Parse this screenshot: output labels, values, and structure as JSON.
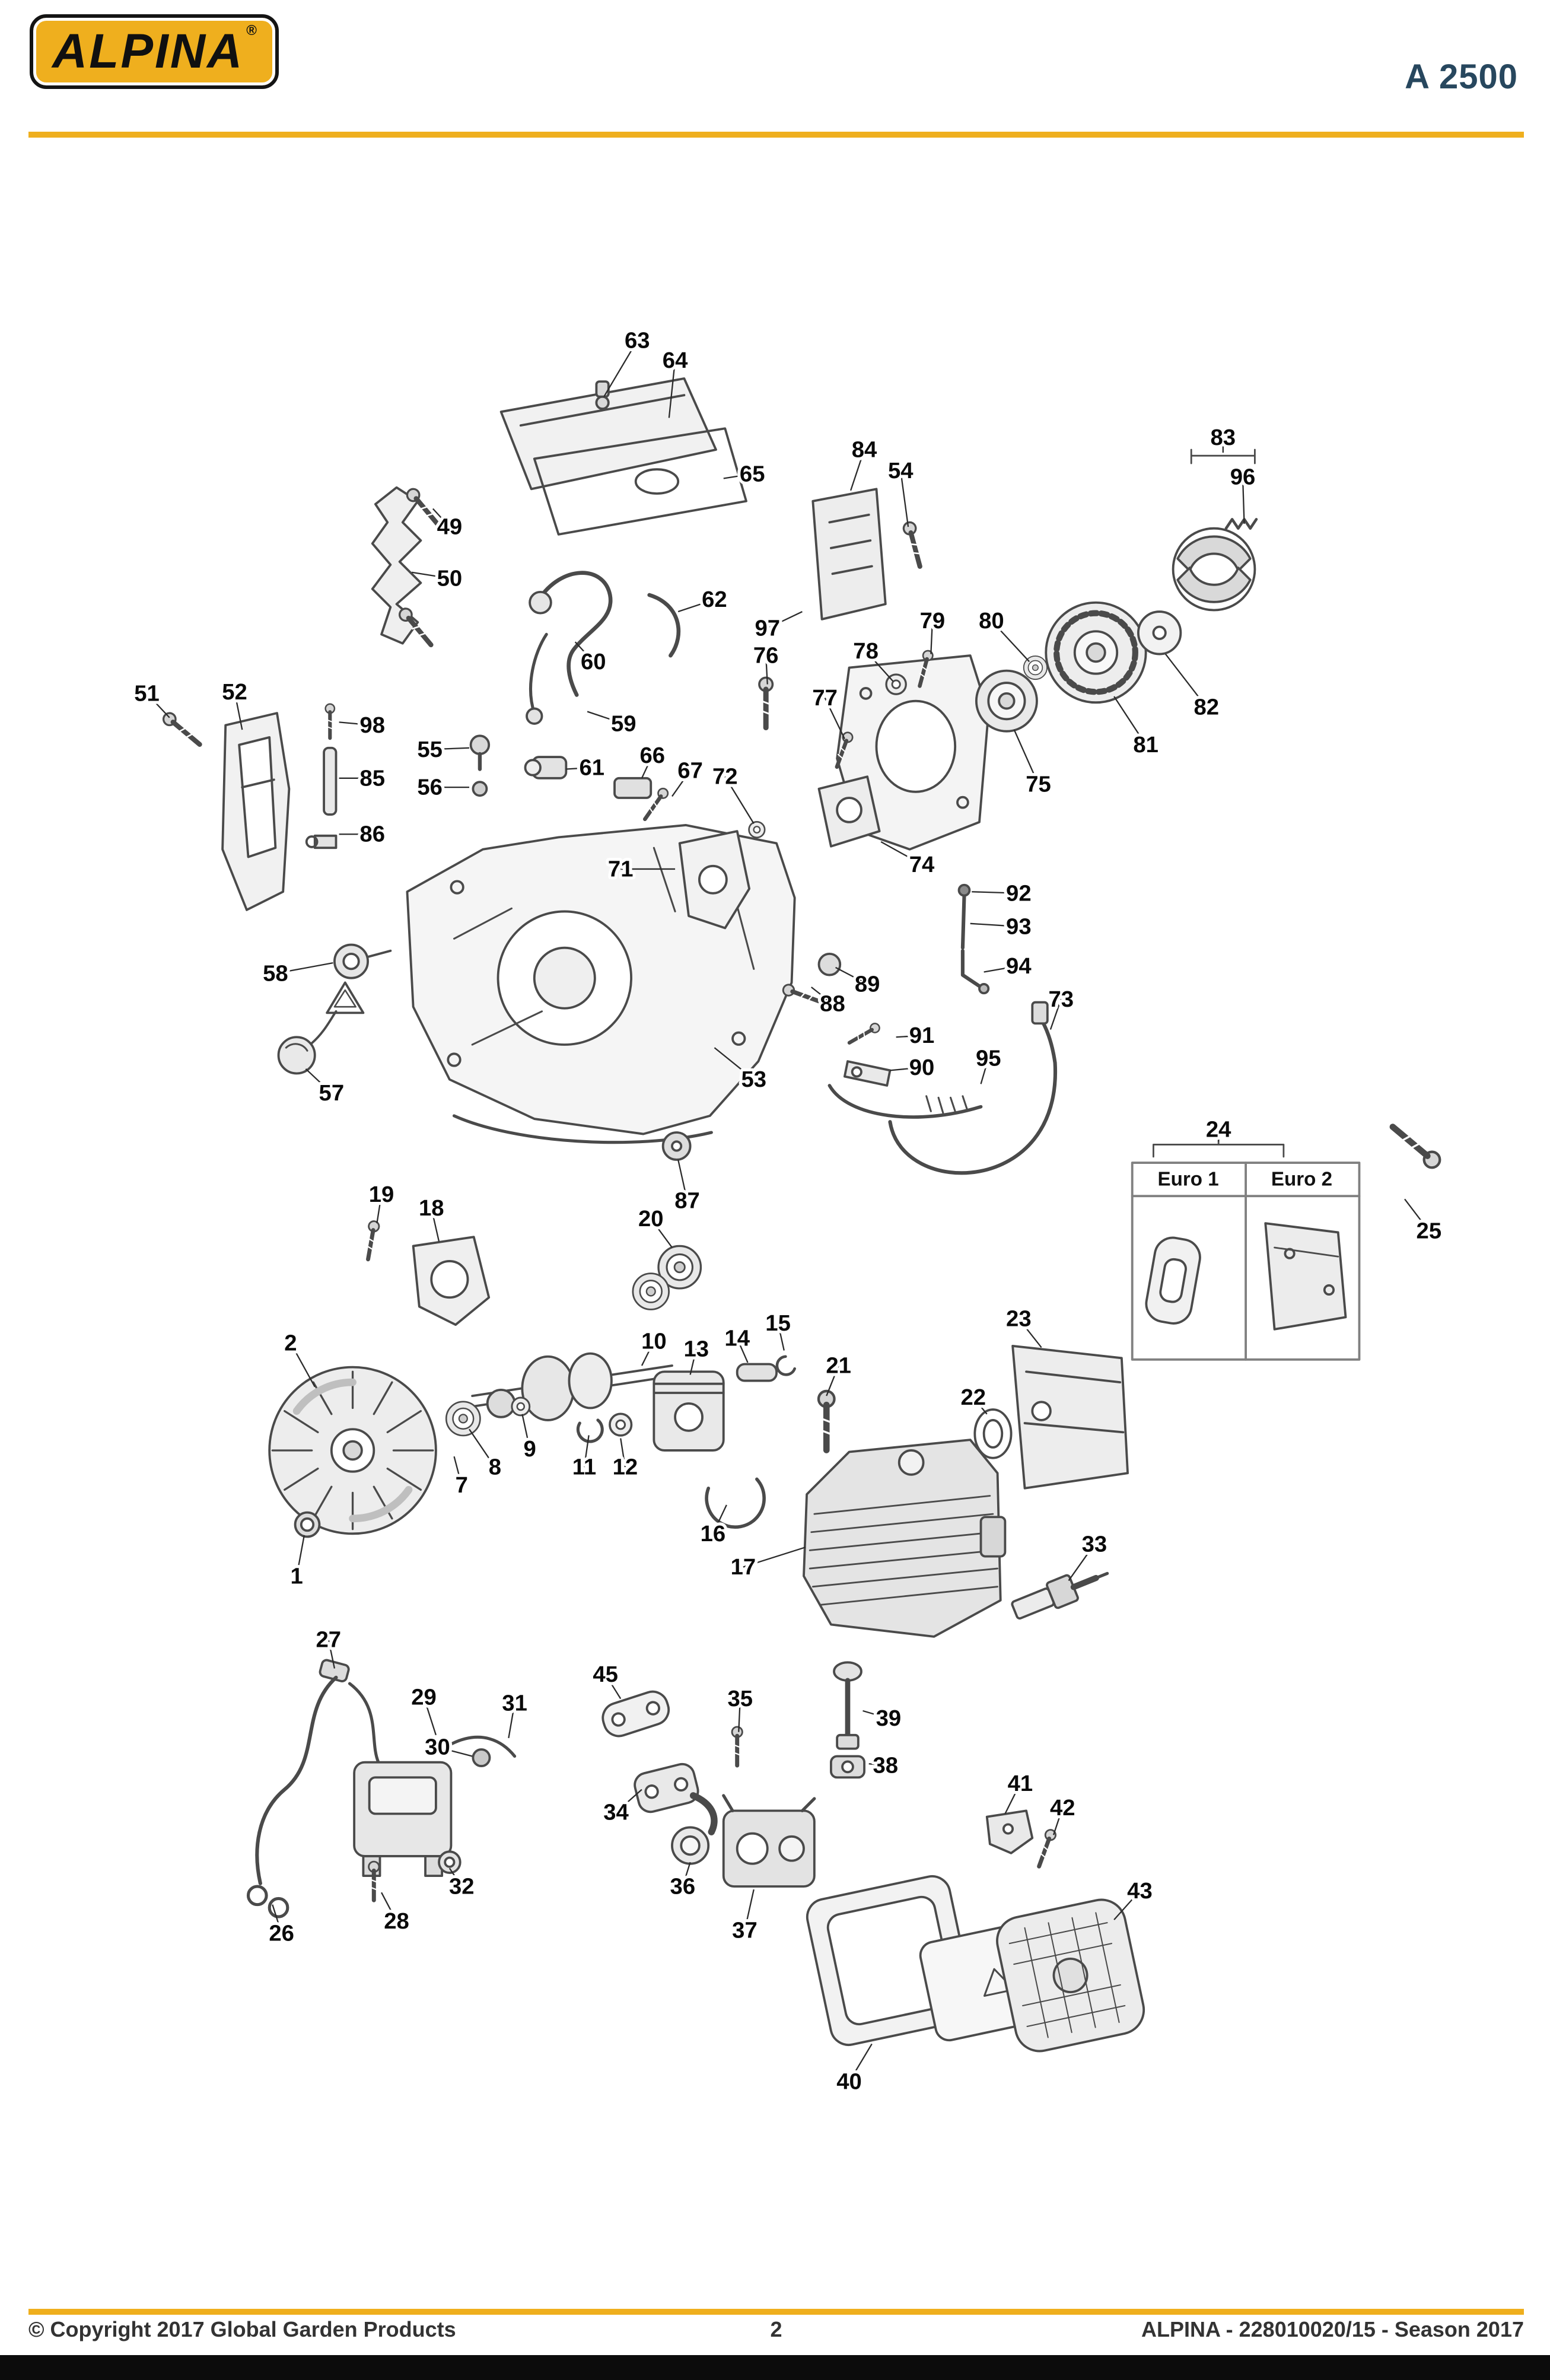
{
  "header": {
    "brand": "ALPINA",
    "registered": "®",
    "model": "A 2500"
  },
  "colors": {
    "brand_gold": "#EFAF1E",
    "title_navy": "#27475E",
    "text_dark": "#1A1A1A"
  },
  "euro_table": {
    "col1": "Euro 1",
    "col2": "Euro 2"
  },
  "footer": {
    "copyright": "© Copyright 2017 Global Garden Products",
    "page_number": "2",
    "right_text": "ALPINA - 228010020/15 - Season 2017"
  },
  "diagram": {
    "description": "Exploded parts view of Alpina A 2500 chainsaw engine",
    "callouts": [
      [
        "63",
        421,
        225,
        399,
        262
      ],
      [
        "64",
        446,
        238,
        442,
        276
      ],
      [
        "65",
        497,
        313,
        478,
        316
      ],
      [
        "49",
        297,
        348,
        286,
        336
      ],
      [
        "50",
        297,
        382,
        272,
        378
      ],
      [
        "62",
        472,
        396,
        448,
        404
      ],
      [
        "60",
        392,
        437,
        380,
        424
      ],
      [
        "84",
        571,
        297,
        562,
        324
      ],
      [
        "54",
        595,
        311,
        600,
        348
      ],
      [
        "97",
        507,
        415,
        530,
        404
      ],
      [
        "76",
        506,
        433,
        507,
        452
      ],
      [
        "78",
        572,
        430,
        590,
        450
      ],
      [
        "79",
        616,
        410,
        615,
        432
      ],
      [
        "80",
        655,
        410,
        680,
        437
      ],
      [
        "83",
        808,
        289,
        808,
        299
      ],
      [
        "96",
        821,
        315,
        822,
        346
      ],
      [
        "82",
        797,
        467,
        770,
        432
      ],
      [
        "81",
        757,
        492,
        736,
        460
      ],
      [
        "75",
        686,
        518,
        670,
        482
      ],
      [
        "51",
        97,
        458,
        112,
        474
      ],
      [
        "52",
        155,
        457,
        160,
        482
      ],
      [
        "98",
        246,
        479,
        224,
        477
      ],
      [
        "85",
        246,
        514,
        224,
        514
      ],
      [
        "86",
        246,
        551,
        224,
        551
      ],
      [
        "55",
        284,
        495,
        310,
        494
      ],
      [
        "56",
        284,
        520,
        310,
        520
      ],
      [
        "61",
        391,
        507,
        374,
        508
      ],
      [
        "66",
        431,
        499,
        424,
        514
      ],
      [
        "67",
        456,
        509,
        444,
        526
      ],
      [
        "72",
        479,
        513,
        498,
        544
      ],
      [
        "77",
        545,
        461,
        558,
        488
      ],
      [
        "74",
        609,
        571,
        582,
        556
      ],
      [
        "59",
        412,
        478,
        388,
        470
      ],
      [
        "71",
        410,
        574,
        446,
        574
      ],
      [
        "92",
        673,
        590,
        642,
        589
      ],
      [
        "93",
        673,
        612,
        641,
        610
      ],
      [
        "94",
        673,
        638,
        650,
        642
      ],
      [
        "58",
        182,
        643,
        220,
        636
      ],
      [
        "57",
        219,
        722,
        202,
        706
      ],
      [
        "88",
        550,
        663,
        536,
        652
      ],
      [
        "89",
        573,
        650,
        552,
        639
      ],
      [
        "53",
        498,
        713,
        472,
        692
      ],
      [
        "91",
        609,
        684,
        592,
        685
      ],
      [
        "90",
        609,
        705,
        588,
        707
      ],
      [
        "95",
        653,
        699,
        648,
        716
      ],
      [
        "73",
        701,
        660,
        694,
        680
      ],
      [
        "87",
        454,
        793,
        448,
        766
      ],
      [
        "24",
        805,
        746,
        805,
        754
      ],
      [
        "25",
        944,
        813,
        928,
        792
      ],
      [
        "19",
        252,
        789,
        249,
        808
      ],
      [
        "18",
        285,
        798,
        290,
        820
      ],
      [
        "20",
        430,
        805,
        444,
        824
      ],
      [
        "2",
        192,
        887,
        208,
        916
      ],
      [
        "10",
        432,
        886,
        424,
        902
      ],
      [
        "13",
        460,
        891,
        456,
        908
      ],
      [
        "14",
        487,
        884,
        494,
        900
      ],
      [
        "15",
        514,
        874,
        518,
        892
      ],
      [
        "21",
        554,
        902,
        546,
        922
      ],
      [
        "22",
        643,
        923,
        652,
        934
      ],
      [
        "23",
        673,
        871,
        688,
        890
      ],
      [
        "7",
        305,
        981,
        300,
        962
      ],
      [
        "8",
        327,
        969,
        310,
        944
      ],
      [
        "9",
        350,
        957,
        345,
        934
      ],
      [
        "11",
        386,
        969,
        389,
        948
      ],
      [
        "12",
        413,
        969,
        410,
        950
      ],
      [
        "16",
        471,
        1013,
        480,
        994
      ],
      [
        "17",
        491,
        1035,
        532,
        1022
      ],
      [
        "1",
        196,
        1041,
        201,
        1014
      ],
      [
        "33",
        723,
        1020,
        706,
        1044
      ],
      [
        "27",
        217,
        1083,
        221,
        1102
      ],
      [
        "29",
        280,
        1121,
        288,
        1146
      ],
      [
        "31",
        340,
        1125,
        336,
        1148
      ],
      [
        "30",
        289,
        1154,
        312,
        1160
      ],
      [
        "45",
        400,
        1106,
        410,
        1122
      ],
      [
        "35",
        489,
        1122,
        488,
        1144
      ],
      [
        "39",
        587,
        1135,
        570,
        1130
      ],
      [
        "38",
        585,
        1166,
        574,
        1165
      ],
      [
        "34",
        407,
        1197,
        424,
        1182
      ],
      [
        "36",
        451,
        1246,
        456,
        1230
      ],
      [
        "37",
        492,
        1275,
        498,
        1248
      ],
      [
        "26",
        186,
        1277,
        180,
        1258
      ],
      [
        "28",
        262,
        1269,
        252,
        1250
      ],
      [
        "32",
        305,
        1246,
        297,
        1234
      ],
      [
        "41",
        674,
        1178,
        664,
        1198
      ],
      [
        "42",
        702,
        1194,
        696,
        1212
      ],
      [
        "43",
        753,
        1249,
        736,
        1268
      ],
      [
        "40",
        561,
        1375,
        576,
        1350
      ]
    ]
  }
}
